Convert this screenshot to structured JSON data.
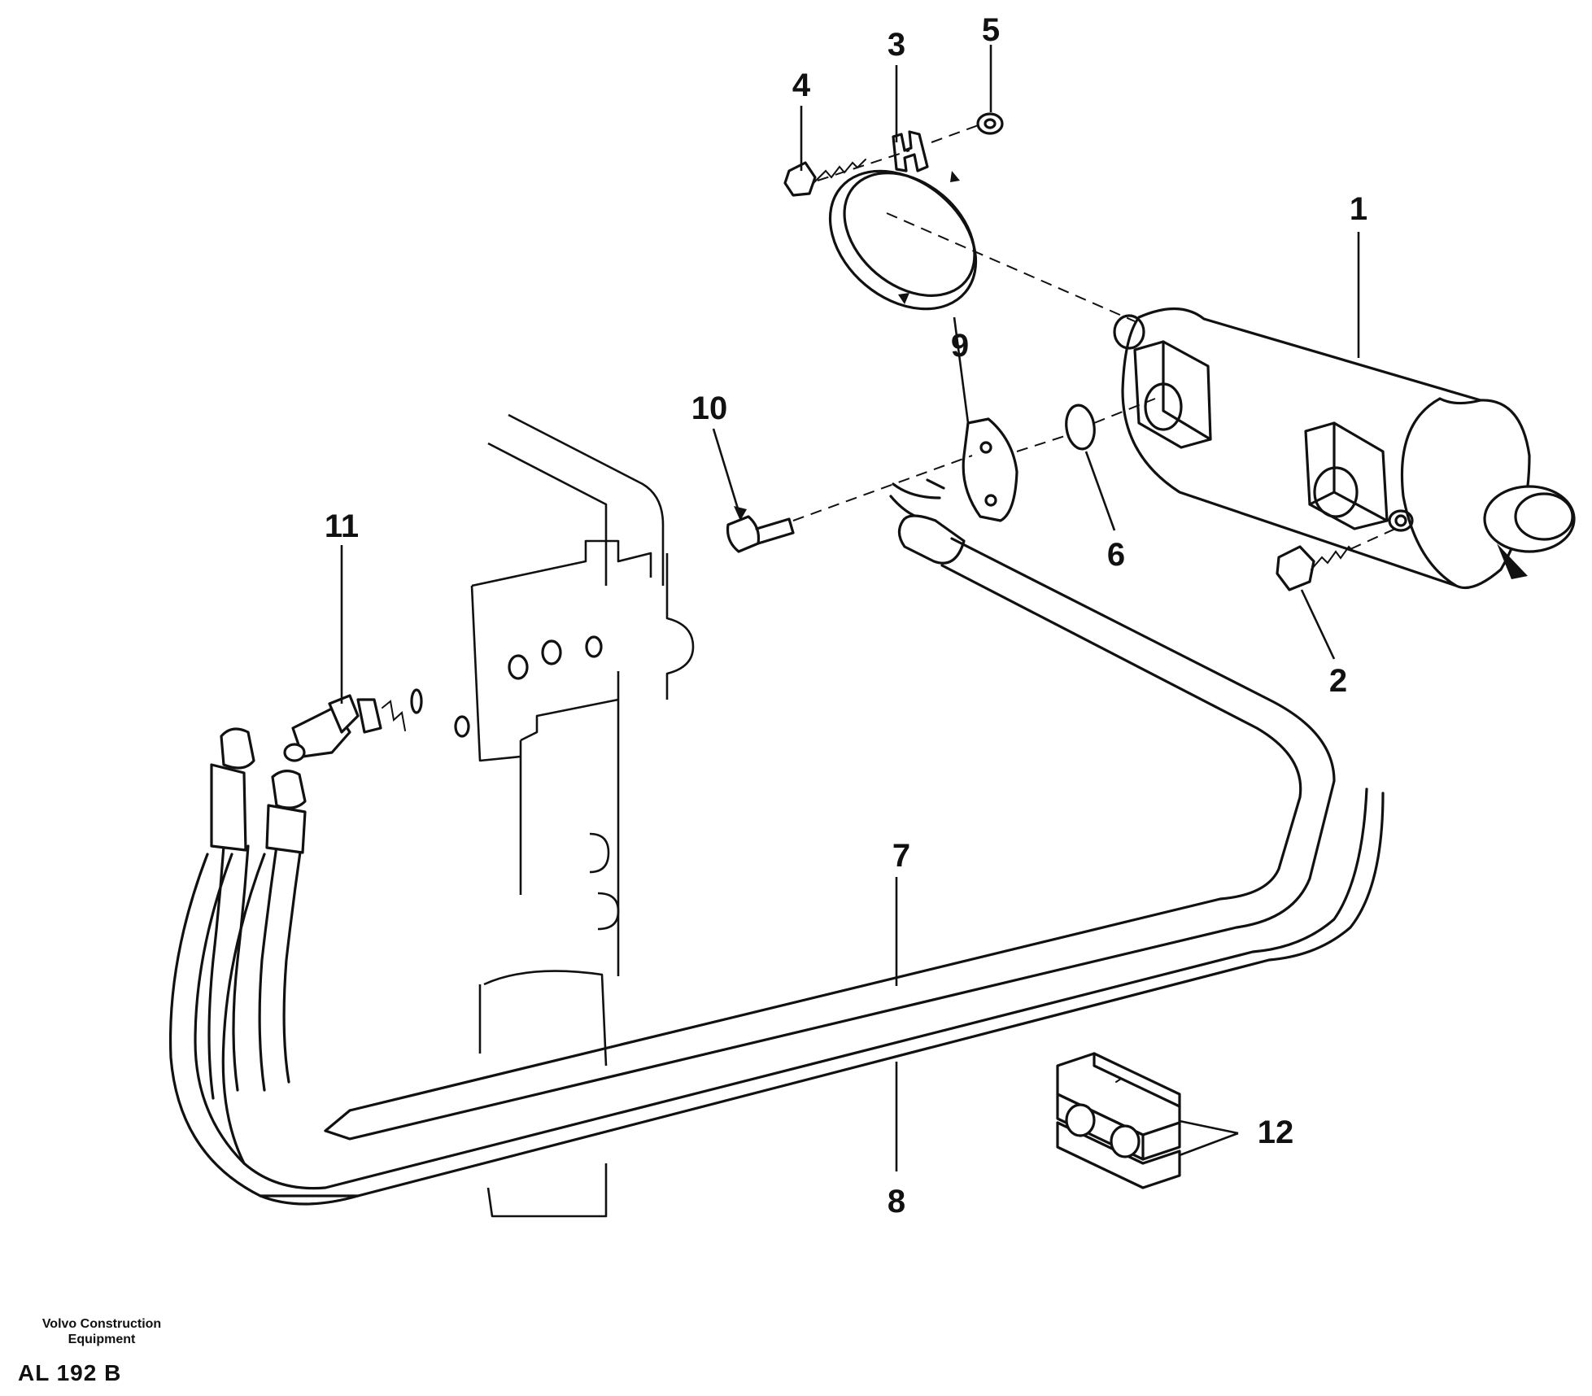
{
  "callouts": {
    "c1": "1",
    "c2": "2",
    "c3": "3",
    "c4": "4",
    "c5": "5",
    "c6": "6",
    "c7": "7",
    "c8": "8",
    "c9": "9",
    "c10": "10",
    "c11": "11",
    "c12": "12"
  },
  "footer": {
    "company_line1": "Volvo Construction",
    "company_line2": "Equipment",
    "drawing_code": "AL 192 B"
  }
}
